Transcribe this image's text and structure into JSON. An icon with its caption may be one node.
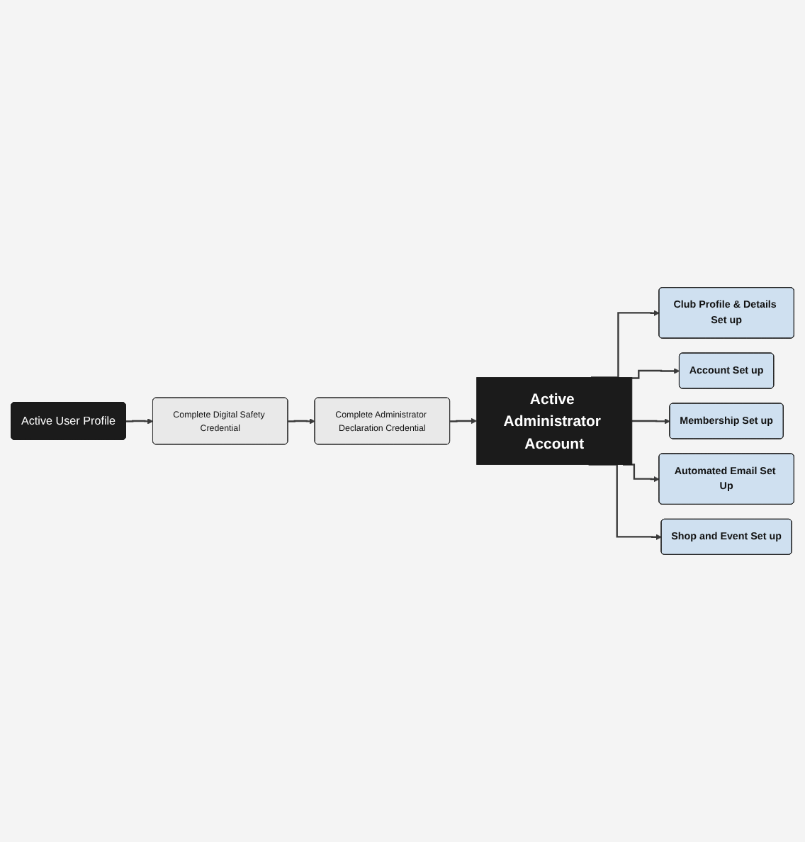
{
  "diagram": {
    "nodes": [
      {
        "text": [
          "Active User Profile"
        ]
      },
      {
        "text": [
          "Complete Digital Safety Credential"
        ]
      },
      {
        "text": [
          "Complete Administrator Declaration Credential"
        ]
      },
      {
        "text": [
          "Active Administrator Account"
        ]
      },
      {
        "text": [
          "Club Profile & Details Set up"
        ]
      },
      {
        "text": [
          "Account Set up"
        ]
      },
      {
        "text": [
          "Membership Set up"
        ]
      },
      {
        "text": [
          "Automated Email Set Up"
        ]
      },
      {
        "text": [
          "Shop and Event Set up"
        ]
      }
    ],
    "edges": [
      {
        "from": 0,
        "to": 1,
        "arrow": "to"
      },
      {
        "from": 1,
        "to": 2,
        "arrow": "to"
      },
      {
        "from": 2,
        "to": 3,
        "arrow": "to"
      },
      {
        "from": 3,
        "to": 4,
        "arrow": "to"
      },
      {
        "from": 3,
        "to": 5,
        "arrow": "to"
      },
      {
        "from": 3,
        "to": 6,
        "arrow": "to"
      },
      {
        "from": 3,
        "to": 7,
        "arrow": "to"
      },
      {
        "from": 3,
        "to": 8,
        "arrow": "to"
      }
    ]
  }
}
